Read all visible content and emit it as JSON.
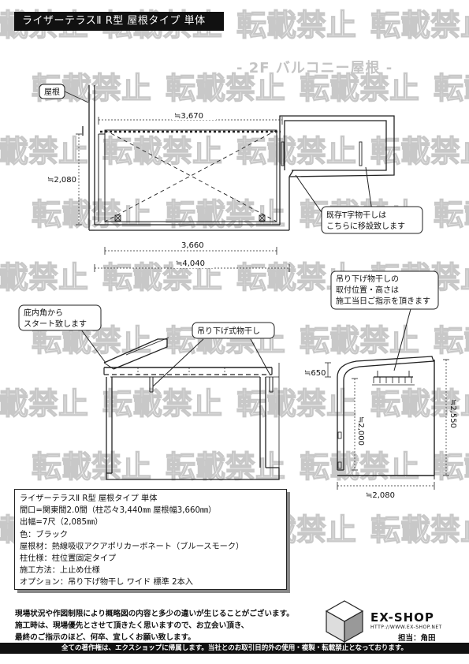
{
  "header": {
    "title": "ライザーテラスⅡ R型 屋根タイプ 単体"
  },
  "section_label": "- 2F バルコニー屋根 -",
  "watermark": "転載禁止",
  "plan": {
    "roof_label": "屋根",
    "dim_top": "≒3,670",
    "dim_left": "≒2,080",
    "dim_inner": "3,660",
    "dim_outer": "≒4,040",
    "callout_relocate": [
      "既存T字物干しは",
      "こちらに移設致します"
    ]
  },
  "elevation": {
    "callout_start": [
      "庇内角から",
      "スタート致します"
    ],
    "callout_dryer": "吊り下げ式物干し"
  },
  "side": {
    "callout_position": [
      "吊り下げ物干しの",
      "取付位置・高さは",
      "施工当日ご指示を頂きます"
    ],
    "dim_top": "≒650",
    "dim_height_inner": "≒2,000",
    "dim_height_total": "≒2,550",
    "dim_bottom": "≒2,080"
  },
  "spec": {
    "lines": [
      "ライザーテラスⅡ R型 屋根タイプ 単体",
      "間口=関東間2.0間（柱芯々3,440㎜ 屋根幅3,660㎜）",
      "出幅=7尺（2,085㎜）",
      "色：ブラック",
      "屋根材：熱線吸収アクアポリカーボネート（ブルースモーク）",
      "柱仕様：柱位置固定タイプ",
      "施工方法：上止め仕様",
      "オプション：吊り下げ物干し ワイド 標準 2本入"
    ]
  },
  "notes": {
    "lines": [
      "現場状況や作図制限により概略図の内容と多少の違いが生じることがございます。",
      "施工時は、現場優先とさせて頂きたく思いますので、お立会い頂き、",
      "最終のご指示のほど、何卒、宜しくお願い致します。"
    ]
  },
  "brand": {
    "name": "EX-SHOP",
    "url": "HTTP://WWW.EX-SHOP.NET",
    "staff": "担当：角田"
  },
  "footer": {
    "text": "全ての著作権は、エクスショップに帰属します。当社とのお取引目的外の使用・複製・転載禁止となっております。"
  }
}
